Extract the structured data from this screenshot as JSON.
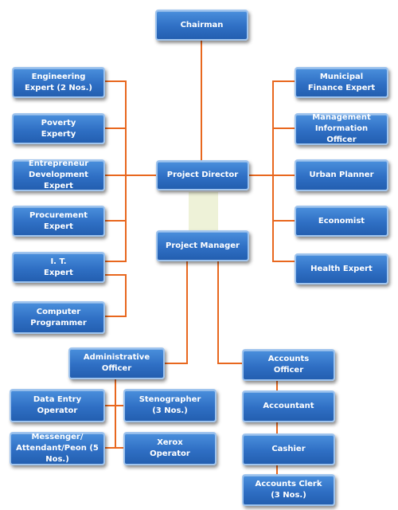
{
  "chart": {
    "chairman": "Chairman",
    "project_director": "Project Director",
    "project_manager": "Project Manager",
    "left_experts": [
      "Engineering\nExpert (2 Nos.)",
      "Poverty\nExperty",
      "Entrepreneur\nDevelopment Expert",
      "Procurement\nExpert",
      "I. T.\nExpert",
      "Computer\nProgrammer"
    ],
    "right_experts": [
      "Municipal\nFinance Expert",
      "Management\nInformation Officer",
      "Urban Planner",
      "Economist",
      "Health Expert"
    ],
    "admin_officer": "Administrative\nOfficer",
    "admin_staff": [
      "Data Entry\nOperator",
      "Stenographer\n(3 Nos.)",
      "Messenger/\nAttendant/Peon (5 Nos.)",
      "Xerox\nOperator"
    ],
    "accounts_officer": "Accounts\nOfficer",
    "accounts_staff": [
      "Accountant",
      "Cashier",
      "Accounts Clerk\n(3 Nos.)"
    ]
  },
  "colors": {
    "box_fill": "#2f6fc4",
    "box_border": "#9fc4ee",
    "connector": "#e8671e",
    "director_manager_band": "#eef2d8"
  }
}
